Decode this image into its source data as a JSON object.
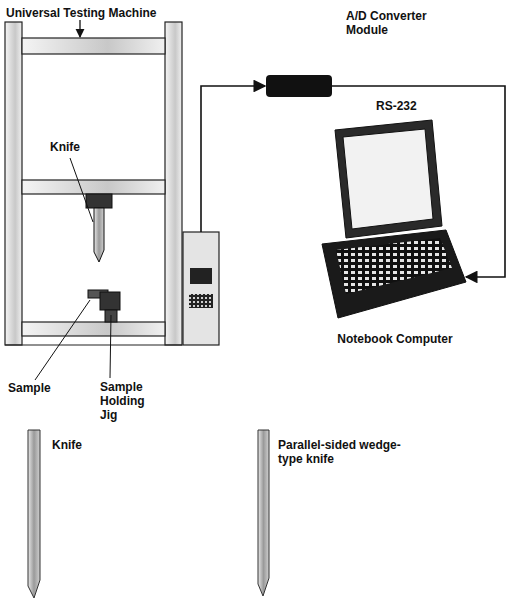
{
  "diagram": {
    "nodes": [
      {
        "text": [
          "Universal Testing Machine"
        ]
      },
      {
        "text": [
          "A/D Converter Module"
        ]
      },
      {
        "text": [
          "Notebook Computer"
        ]
      }
    ],
    "edges": [
      {
        "from": 0,
        "to": 1,
        "arrow": "to"
      },
      {
        "from": 1,
        "to": 2,
        "arrow": "to"
      }
    ],
    "labels": [
      "Knife",
      "RS-232",
      "Sample",
      "Sample Holding Jig",
      "Knife",
      "Parallel-sided wedge-type knife"
    ]
  }
}
